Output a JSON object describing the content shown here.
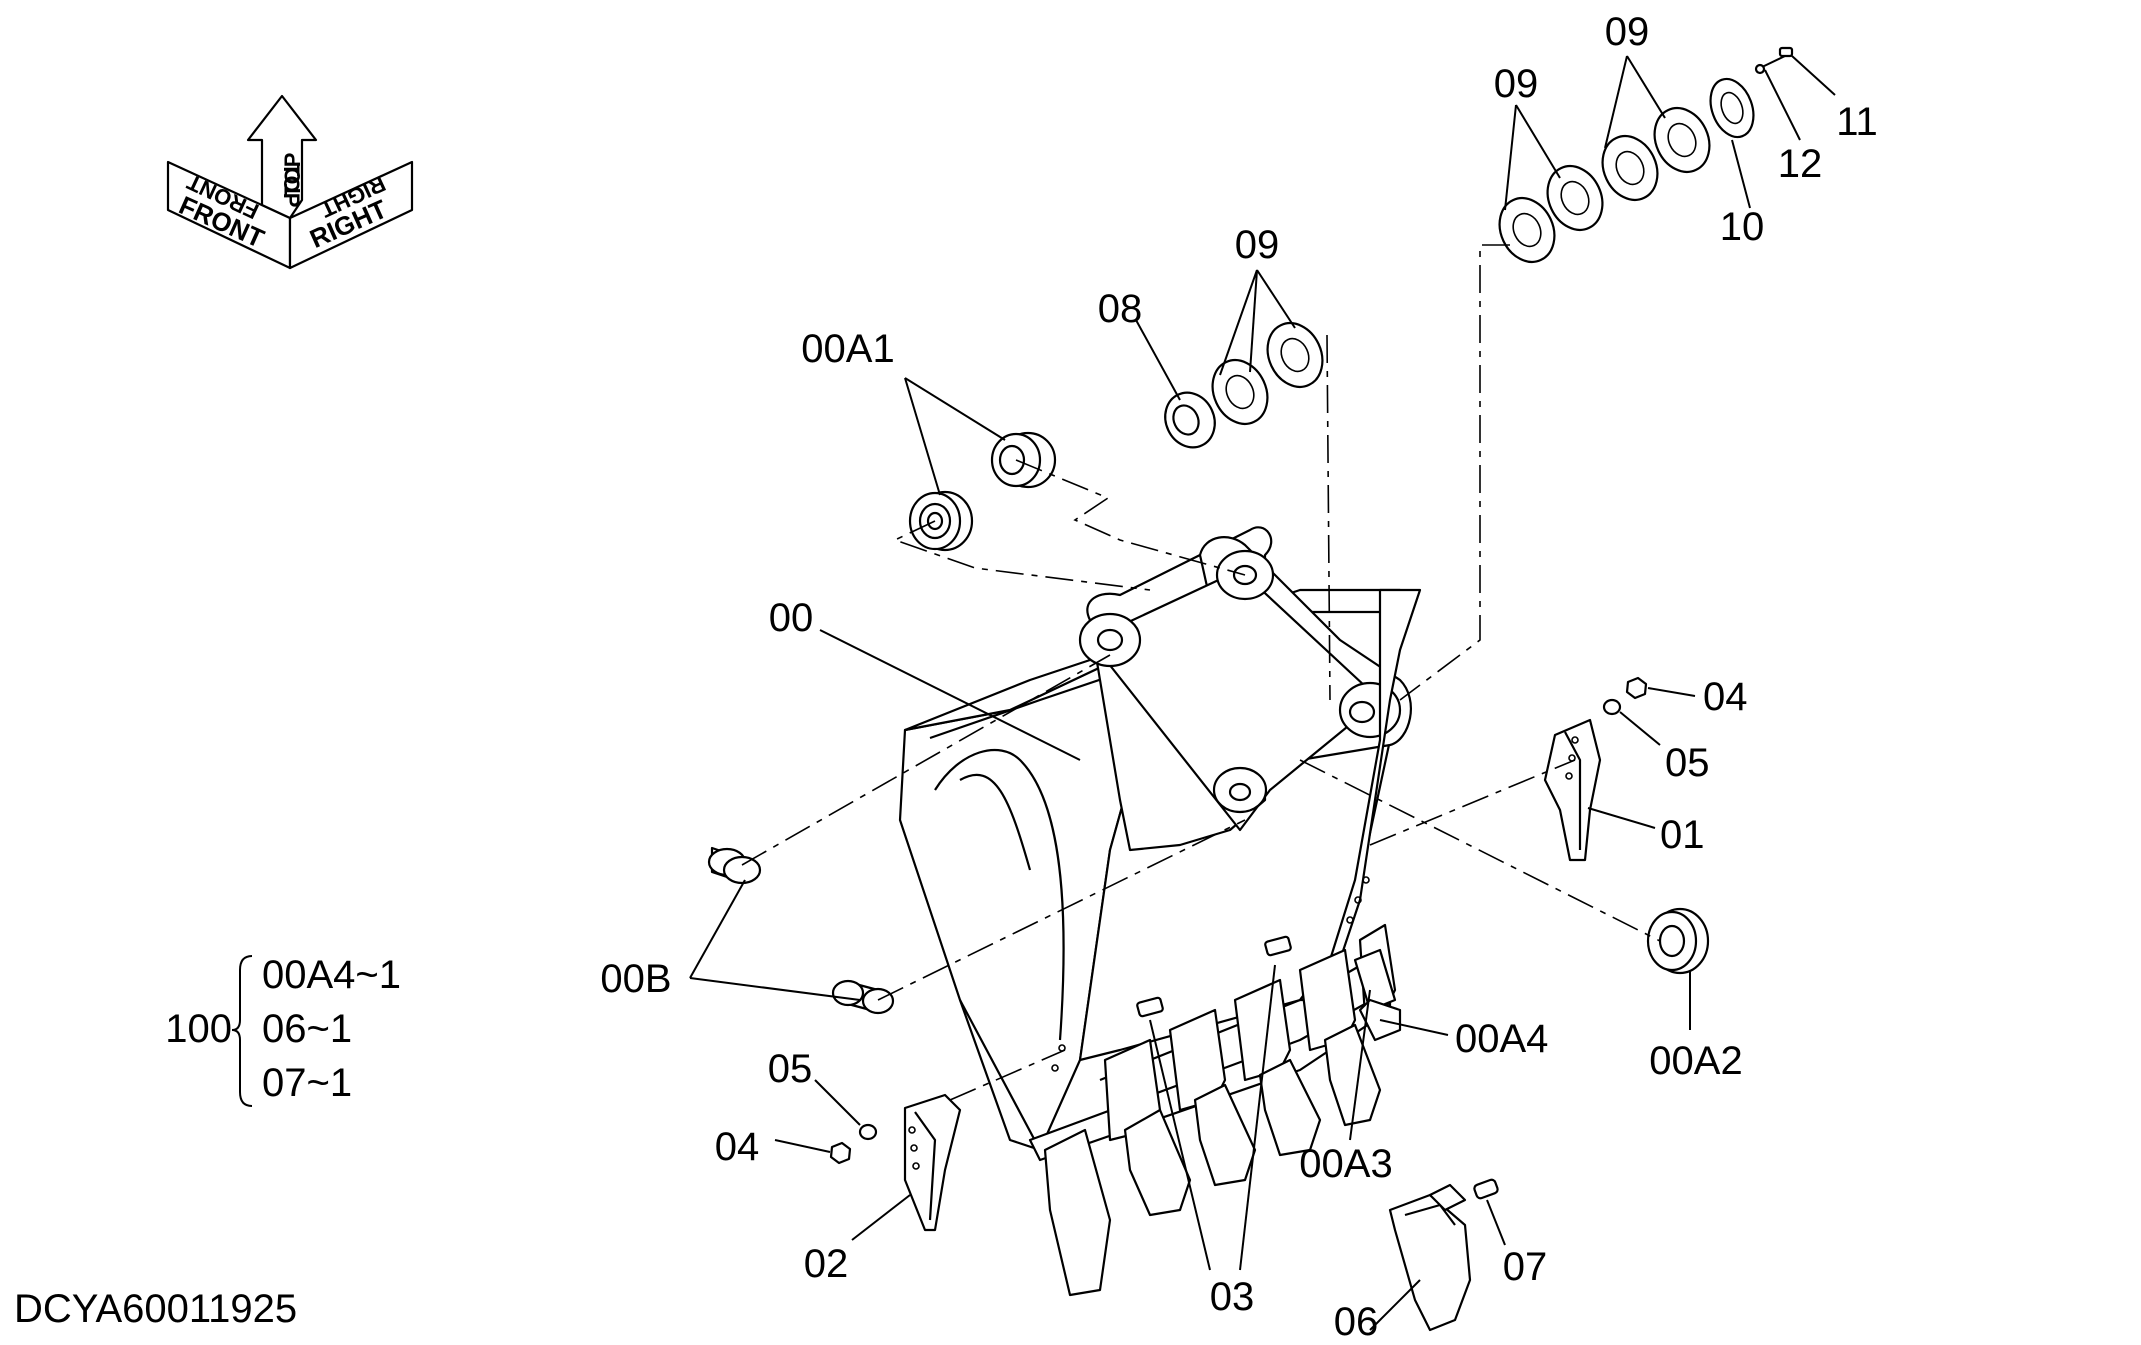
{
  "drawing_id": "DCYA60011925",
  "orientation": {
    "front": "FRONT",
    "top": "TOP",
    "right": "RIGHT"
  },
  "assembly": {
    "qty": "100",
    "items": [
      "00A4~1",
      "06~1",
      "07~1"
    ]
  },
  "callouts": {
    "c00": "00",
    "c00A1": "00A1",
    "c00A2": "00A2",
    "c00A3": "00A3",
    "c00A4": "00A4",
    "c00B": "00B",
    "c01": "01",
    "c02": "02",
    "c03": "03",
    "c04a": "04",
    "c04b": "04",
    "c05a": "05",
    "c05b": "05",
    "c06": "06",
    "c07": "07",
    "c08": "08",
    "c09a": "09",
    "c09b": "09",
    "c09c": "09",
    "c10": "10",
    "c11": "11",
    "c12": "12"
  }
}
